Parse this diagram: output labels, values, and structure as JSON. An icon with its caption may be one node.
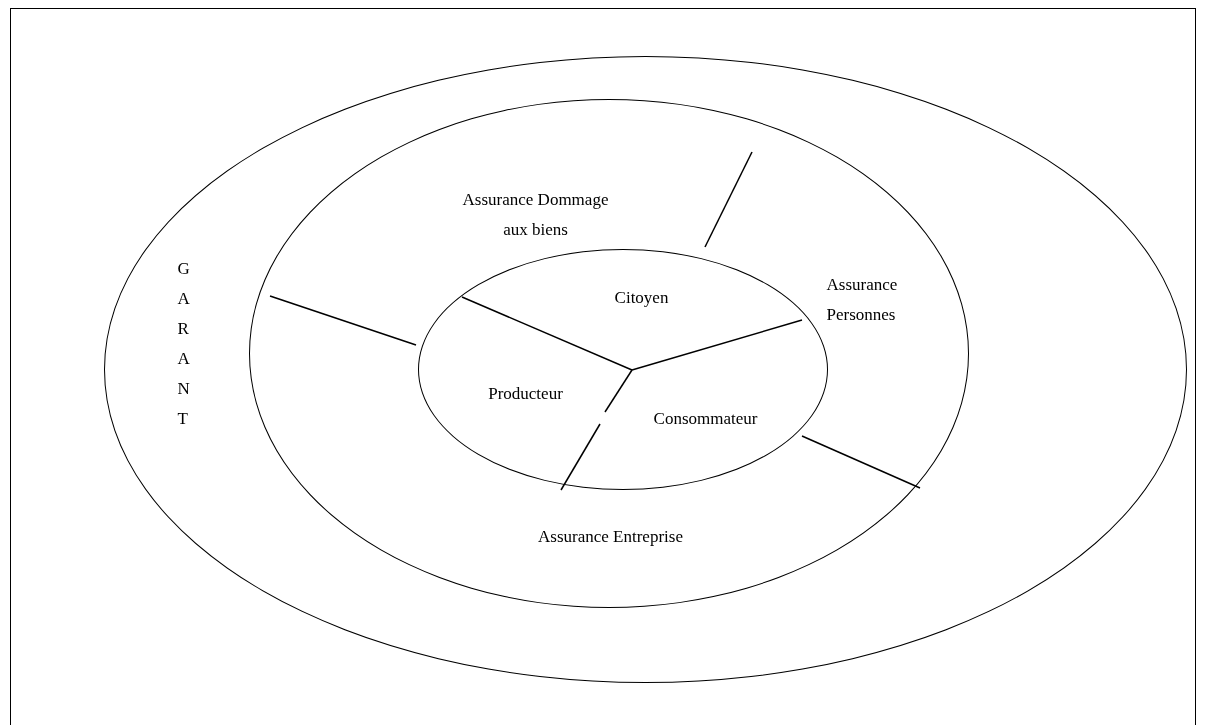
{
  "diagram": {
    "nodes": [
      {
        "text": [
          "G A R A N T"
        ]
      },
      {
        "text": [
          "Assurance Dommage aux biens",
          "Assurance Personnes",
          "Assurance Entreprise"
        ],
        "in": 0
      },
      {
        "text": [
          "Citoyen",
          "Producteur",
          "Consommateur"
        ],
        "in": 1
      }
    ]
  }
}
